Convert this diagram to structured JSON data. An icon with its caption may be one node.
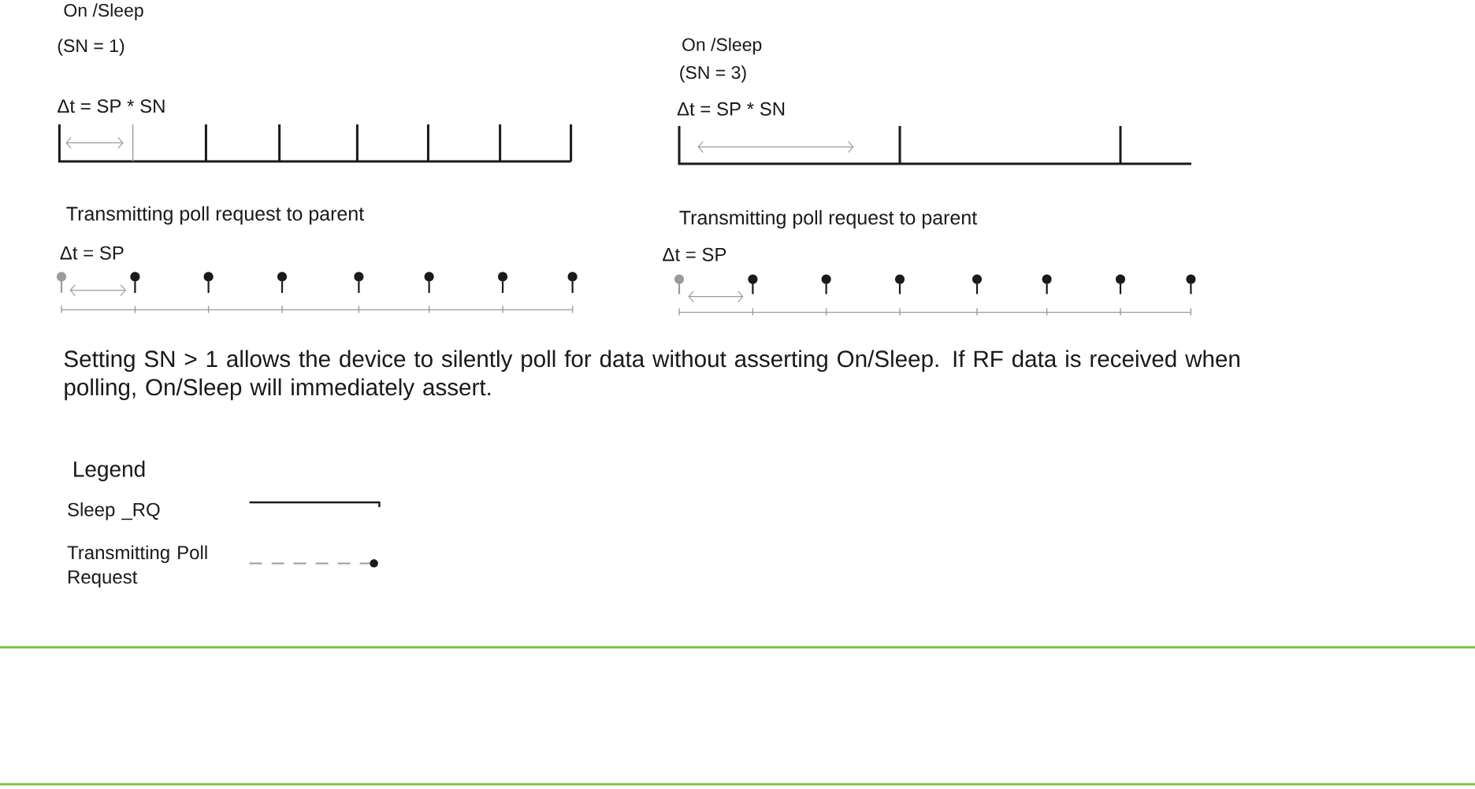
{
  "diagram": {
    "caption": "Setting SN > 1 allows the device to silently poll for data without asserting On/Sleep. If RF data is received when polling, On/Sleep will immediately assert.",
    "labels": [
      "On /Sleep",
      "(SN = 1)",
      "Δt = SP * SN",
      "Transmitting poll request to parent",
      "Δt = SP",
      "On /Sleep",
      "(SN = 3)",
      "Δt = SP * SN",
      "Transmitting poll request to parent",
      "Δt = SP",
      "Legend"
    ],
    "legend": [
      {
        "text": "Sleep _RQ"
      },
      {
        "text": "Transmitting Poll Request"
      }
    ]
  }
}
